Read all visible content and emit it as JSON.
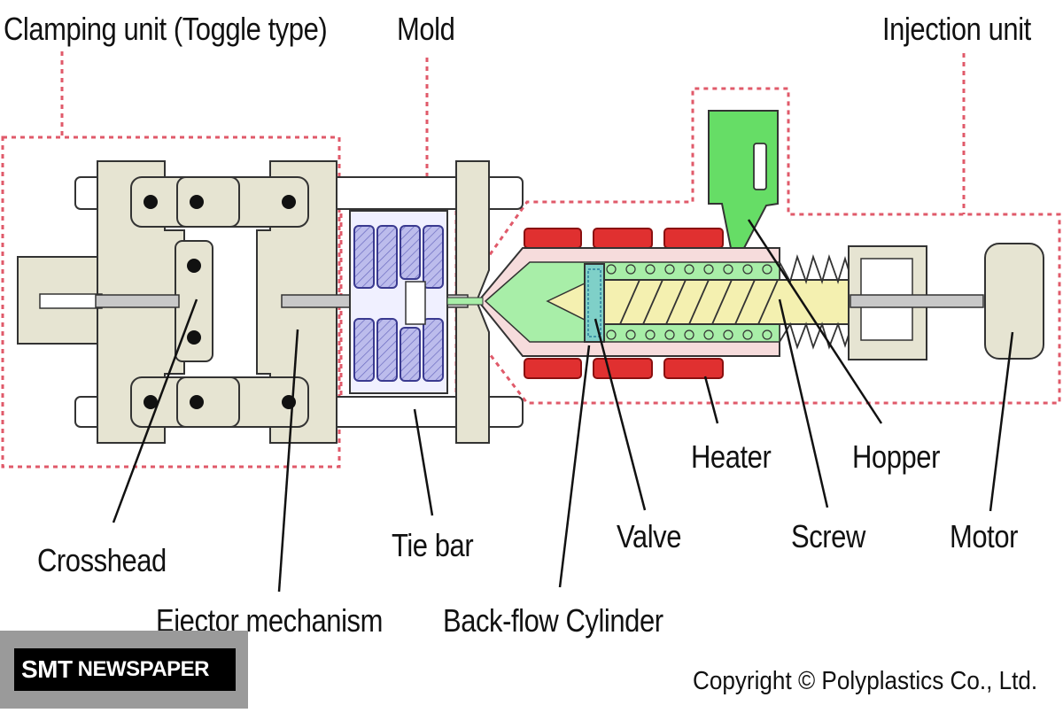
{
  "labels": {
    "clamping_unit": "Clamping unit (Toggle type)",
    "mold": "Mold",
    "injection_unit": "Injection unit",
    "heater": "Heater",
    "hopper": "Hopper",
    "crosshead": "Crosshead",
    "tie_bar": "Tie bar",
    "valve": "Valve",
    "screw": "Screw",
    "motor": "Motor",
    "ejector_mechanism": "Ejector mechanism",
    "back_flow_cylinder": "Back-flow Cylinder"
  },
  "copyright": "Copyright © Polyplastics Co., Ltd.",
  "watermark": {
    "brand": "SMT",
    "suffix": "NEWSPAPER"
  },
  "colors": {
    "frame": "#e6e4d2",
    "outline": "#333333",
    "mold": "#b8b8ec",
    "heater": "#e03030",
    "barrel": "#f6dcdc",
    "melt": "#a8eea8",
    "screw": "#f4f0b0",
    "hopper": "#66dd66",
    "dashed_boundary": "#e05a6a"
  }
}
